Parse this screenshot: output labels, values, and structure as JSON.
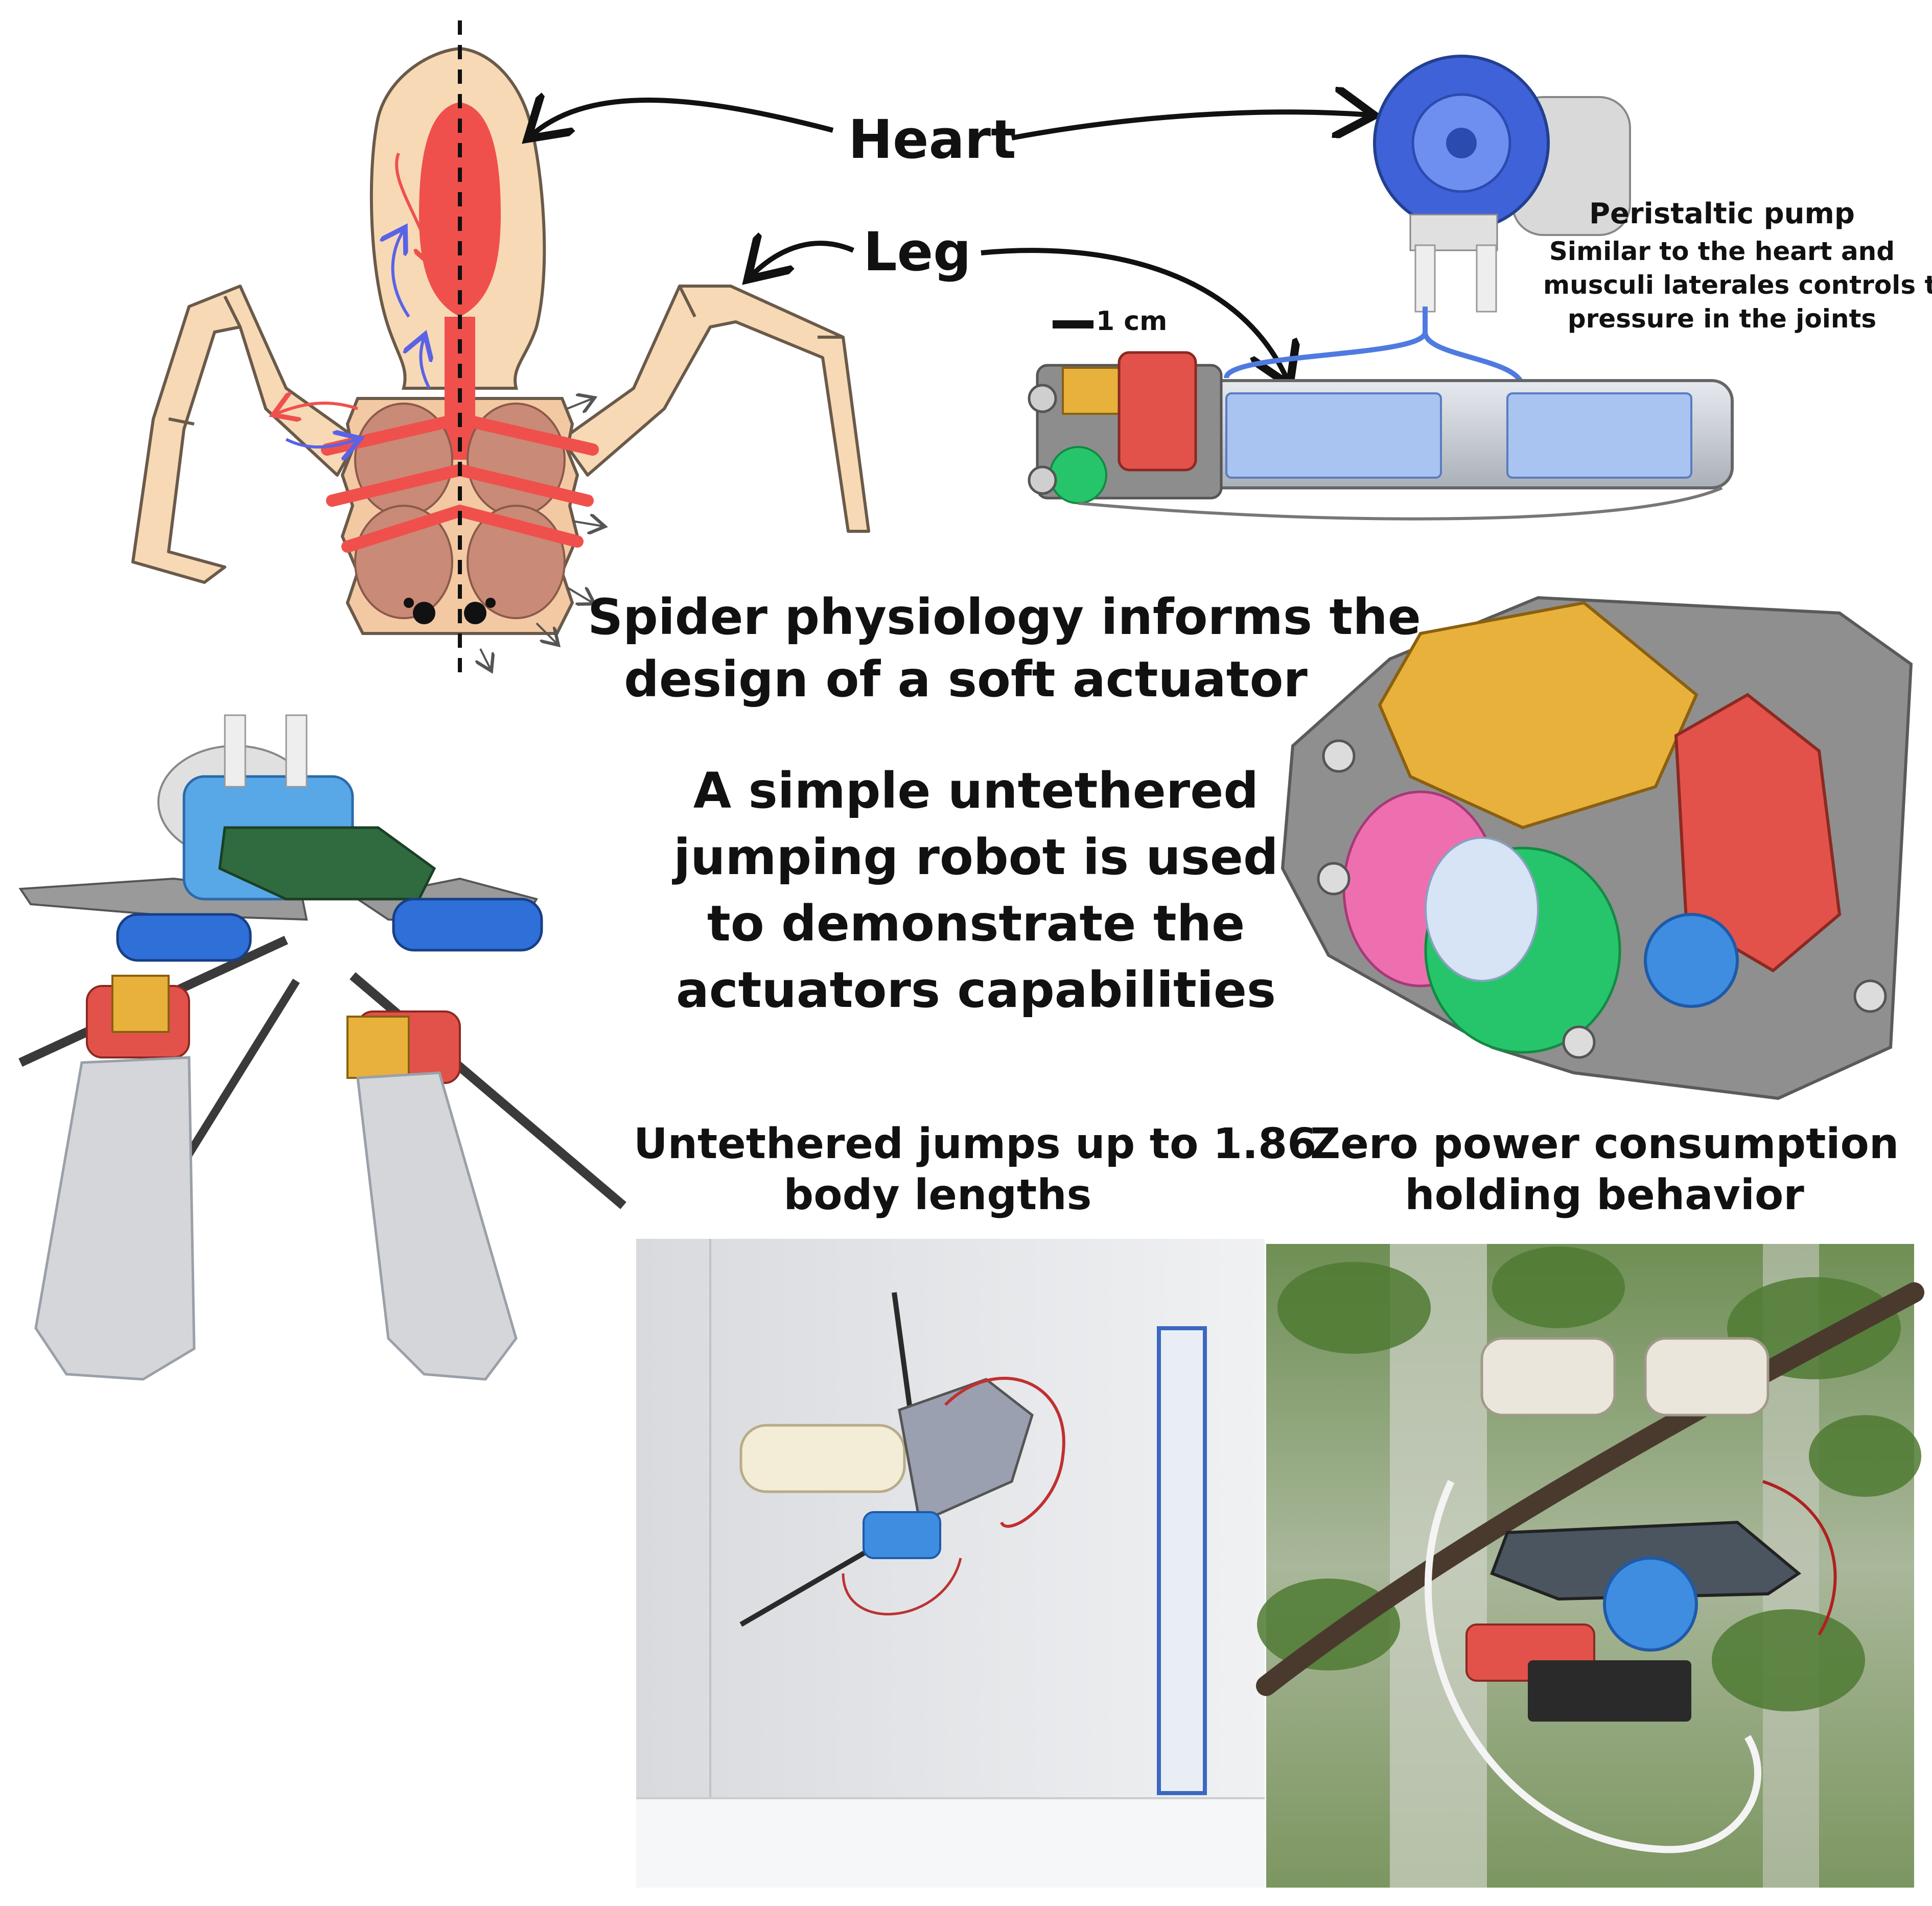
{
  "labels": {
    "heart": "Heart",
    "leg": "Leg",
    "scale_bar": "1 cm",
    "pump_title": "Peristaltic pump",
    "pump_desc_1": "Similar to the heart and",
    "pump_desc_2": "musculi laterales controls the",
    "pump_desc_3": "pressure in the joints",
    "headline_1": "Spider physiology informs the",
    "headline_2": "design of a soft actuator",
    "robot_1": "A simple untethered",
    "robot_2": "jumping robot is used",
    "robot_3": "to demonstrate the",
    "robot_4": "actuators capabilities",
    "jump_1": "Untethered jumps up to 1.86",
    "jump_2": "body lengths",
    "hold_1": "Zero power consumption",
    "hold_2": "holding behavior"
  },
  "colors": {
    "spider_body": "#f7d9b6",
    "hemolymph_red": "#f0504c",
    "flow_blue": "#5a63e6",
    "pump_blue": "#3f62d8",
    "tube_blue": "#a9c4f0",
    "part_yellow": "#e7b13c",
    "part_red": "#e2524a",
    "part_green": "#27c56b",
    "part_pink": "#ee6fb0",
    "board_green": "#2f6b3f",
    "frame_grey": "#8a8a8a"
  }
}
